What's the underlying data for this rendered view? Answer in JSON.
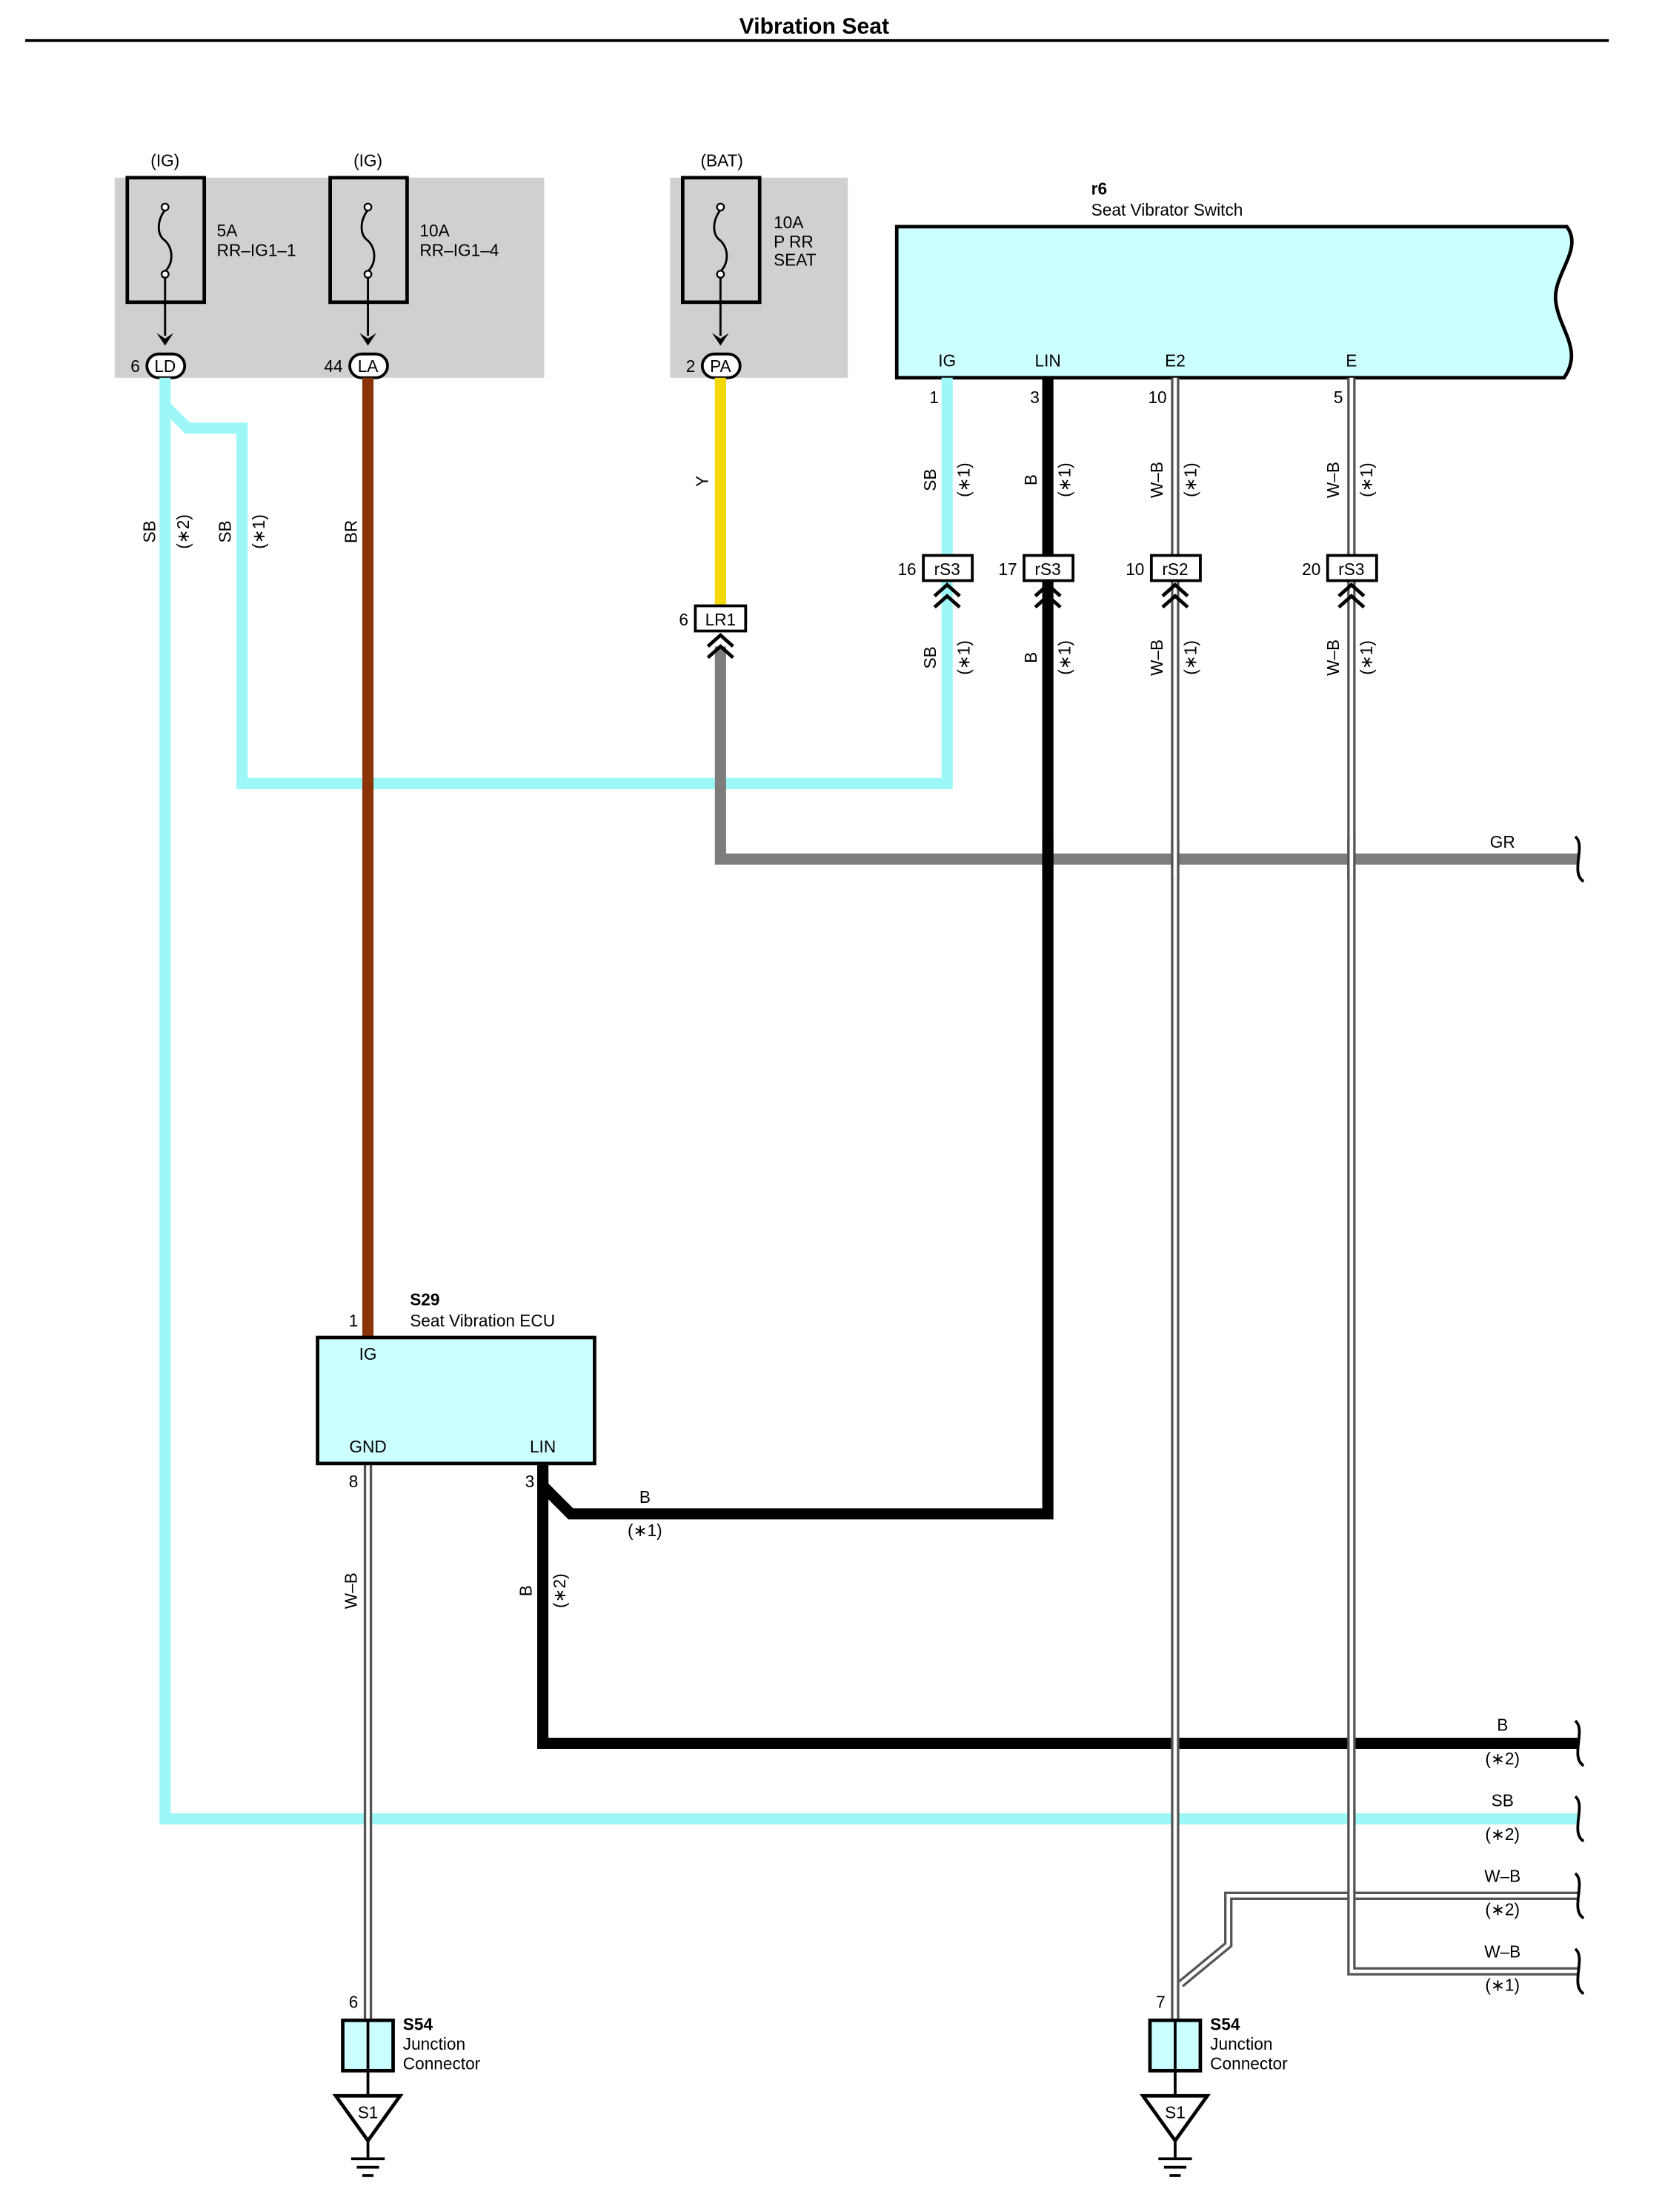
{
  "title": "Vibration Seat",
  "colors": {
    "sb": "#9ef7f7",
    "br": "#8a3408",
    "y": "#f4d900",
    "gr": "#7d7d7d",
    "b": "#000000",
    "wb_outer": "#555555",
    "wb_inner": "#ffffff",
    "fuse_panel": "#d0d0d0",
    "component_fill": "#ccffff"
  },
  "fuses": [
    {
      "source": "(IG)",
      "rating": "5A",
      "name_lines": [
        "RR–IG1–1"
      ],
      "pin": "6",
      "connector": "LD"
    },
    {
      "source": "(IG)",
      "rating": "10A",
      "name_lines": [
        "RR–IG1–4"
      ],
      "pin": "44",
      "connector": "LA"
    },
    {
      "source": "(BAT)",
      "rating": "10A",
      "name_lines": [
        "P RR",
        "SEAT"
      ],
      "pin": "2",
      "connector": "PA"
    }
  ],
  "switch": {
    "code": "r6",
    "name": "Seat Vibrator Switch",
    "terminals": [
      {
        "label": "IG",
        "pin": "1"
      },
      {
        "label": "LIN",
        "pin": "3"
      },
      {
        "label": "E2",
        "pin": "10"
      },
      {
        "label": "E",
        "pin": "5"
      }
    ]
  },
  "junctions": [
    {
      "pin": "16",
      "connector": "rS3"
    },
    {
      "pin": "17",
      "connector": "rS3"
    },
    {
      "pin": "10",
      "connector": "rS2"
    },
    {
      "pin": "20",
      "connector": "rS3"
    },
    {
      "pin": "6",
      "connector": "LR1"
    }
  ],
  "ecu": {
    "code": "S29",
    "name": "Seat Vibration ECU",
    "terminal_ig": "IG",
    "pin_ig": "1",
    "terminal_gnd": "GND",
    "pin_gnd": "8",
    "terminal_lin": "LIN",
    "pin_lin": "3"
  },
  "wire_labels": {
    "sb": "SB",
    "br": "BR",
    "y": "Y",
    "b": "B",
    "wb": "W–B",
    "gr": "GR",
    "note1": "(∗1)",
    "note2": "(∗2)"
  },
  "junction_connectors": [
    {
      "code": "S54",
      "name_lines": [
        "Junction",
        "Connector"
      ],
      "pin": "6",
      "ground": "S1"
    },
    {
      "code": "S54",
      "name_lines": [
        "Junction",
        "Connector"
      ],
      "pin": "7",
      "ground": "S1"
    }
  ]
}
